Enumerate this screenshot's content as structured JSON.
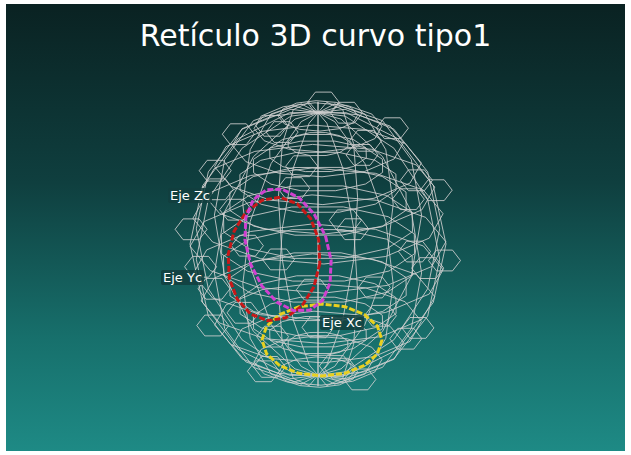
{
  "diagram": {
    "title": "Retículo 3D curvo tipo1",
    "labels": [
      "Eje Zc",
      "Eje Yc",
      "Eje Xc"
    ]
  }
}
